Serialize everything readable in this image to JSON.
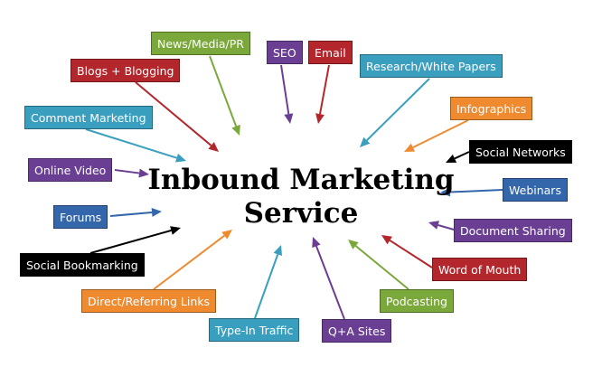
{
  "center": {
    "line1": "Inbound Marketing",
    "line2": "Service"
  },
  "colors": {
    "green": "#7aa83a",
    "red": "#b3262b",
    "teal": "#3a9fbf",
    "purple": "#6a3f93",
    "blue": "#3366aa",
    "black": "#000000",
    "orange": "#ef8a2e"
  },
  "labels": [
    {
      "id": "news-media-pr",
      "text": "News/Media/PR",
      "color": "green"
    },
    {
      "id": "seo",
      "text": "SEO",
      "color": "purple"
    },
    {
      "id": "email",
      "text": "Email",
      "color": "red"
    },
    {
      "id": "blogs-blogging",
      "text": "Blogs + Blogging",
      "color": "red"
    },
    {
      "id": "research-white-papers",
      "text": "Research/White Papers",
      "color": "teal"
    },
    {
      "id": "comment-marketing",
      "text": "Comment Marketing",
      "color": "teal"
    },
    {
      "id": "infographics",
      "text": "Infographics",
      "color": "orange"
    },
    {
      "id": "social-networks",
      "text": "Social Networks",
      "color": "black"
    },
    {
      "id": "online-video",
      "text": "Online Video",
      "color": "purple"
    },
    {
      "id": "webinars",
      "text": "Webinars",
      "color": "blue"
    },
    {
      "id": "forums",
      "text": "Forums",
      "color": "blue"
    },
    {
      "id": "document-sharing",
      "text": "Document Sharing",
      "color": "purple"
    },
    {
      "id": "social-bookmarking",
      "text": "Social Bookmarking",
      "color": "black"
    },
    {
      "id": "word-of-mouth",
      "text": "Word of Mouth",
      "color": "red"
    },
    {
      "id": "direct-referring-links",
      "text": "Direct/Referring Links",
      "color": "orange"
    },
    {
      "id": "podcasting",
      "text": "Podcasting",
      "color": "green"
    },
    {
      "id": "type-in-traffic",
      "text": "Type-In Traffic",
      "color": "teal"
    },
    {
      "id": "qa-sites",
      "text": "Q+A Sites",
      "color": "purple"
    }
  ]
}
